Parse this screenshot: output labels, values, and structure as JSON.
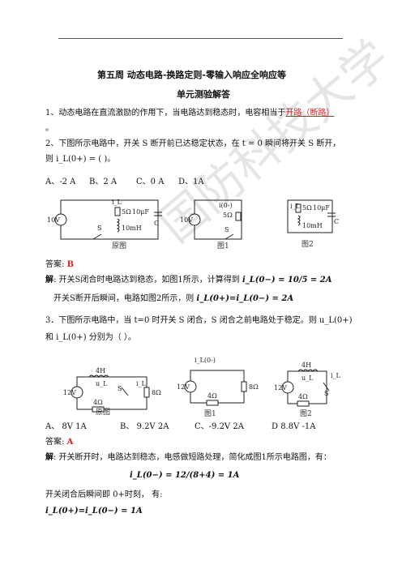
{
  "title": "第五周 动态电路-换路定则-零输入响应全响应等",
  "subtitle": "单元测验解答",
  "q1": {
    "text_a": "1、动态电路在直流激励的作用下，当电路达到稳态时，电容相当于",
    "answer": "开路（断路）",
    "text_b": "。"
  },
  "q2": {
    "text_a": "2、下图所示电路中，开关 S 断开前已达稳定状态，在 t = 0 瞬间将开关 S 断开，",
    "text_b": "则 i_L(0+) = (   )。",
    "options": [
      "A、-2 A",
      "B、2 A",
      "C、0 A",
      "D、1A"
    ],
    "captions": [
      "原图",
      "图1",
      "图2"
    ],
    "answer_label": "答案:",
    "answer": "B",
    "sol_label": "解",
    "sol_1": ": 开关S闭合时电路达到稳态，如图1所示，计算得到",
    "sol_1_eq": "i_L(0−) = 10/5 = 2A",
    "sol_2": "开关S断开后瞬间，电路如图2所示，则",
    "sol_2_eq": "i_L(0+)=i_L(0−) = 2A",
    "circuit_labels": {
      "v": "10V",
      "r": "5Ω",
      "l": "10mH",
      "c": "10μF",
      "cc": "C",
      "s": "S",
      "i0": "i(0-)",
      "il": "i_L"
    }
  },
  "q3": {
    "text_a": "3．下图所示电路中，当 t=0 时开关 S 闭合，S 闭合之前电路处于稳定。则 u_L(0+)",
    "text_b": "和 i_L(0+) 分别为（    ）。",
    "options": [
      "A、  8V   1A",
      "B、   9.2V   2A",
      "C、-9.2V   2A",
      "D   8.8V   -1A"
    ],
    "captions": [
      "原图",
      "图1",
      "图2"
    ],
    "answer_label": "答案:",
    "answer": "A",
    "sol_label": "解",
    "sol_1": ": 开关断开时，电路达到稳态，电感做短路处理，简化成图1所示电路图，有：",
    "sol_eq": "i_L(0−) = 12/(8+4) = 1A",
    "sol_2": "开关闭合后瞬间即 0+时刻，  有:",
    "sol_eq2": "i_L(0+)=i_L(0−) = 1A",
    "circuit_labels": {
      "v": "12V",
      "l": "4H",
      "r4": "4Ω",
      "r8": "8Ω",
      "s": "S",
      "ul": "u_L",
      "il": "i_L",
      "i0": "i_L(0-)"
    }
  },
  "watermark": "国防科技大学"
}
